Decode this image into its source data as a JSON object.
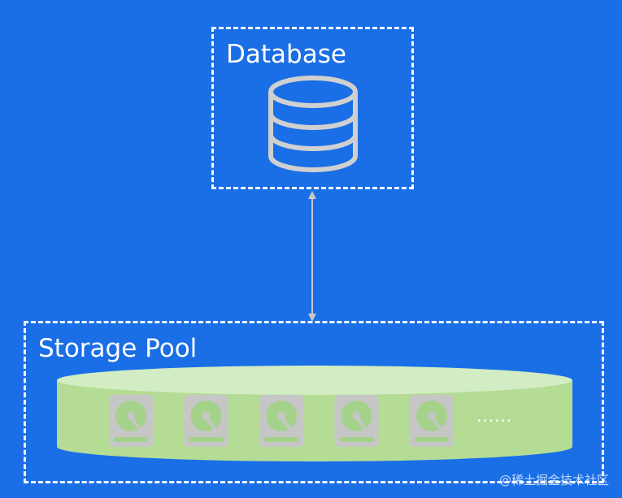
{
  "diagram": {
    "database_label": "Database",
    "storage_pool_label": "Storage Pool",
    "more_indicator": "......",
    "disk_count": 5
  },
  "watermark": "@稀土掘金技术社区",
  "colors": {
    "background": "#1a6ee6",
    "box_border": "#ffffff",
    "icon_stroke": "#d0d0d0",
    "pool_body": "#b5dc95",
    "pool_top": "#d2ecc3",
    "disk_body": "#c6c6c6",
    "disk_platter": "#a4d28a",
    "connector": "#c8c8c8"
  },
  "icons": {
    "database": "database-icon",
    "disk": "hard-disk-icon"
  }
}
